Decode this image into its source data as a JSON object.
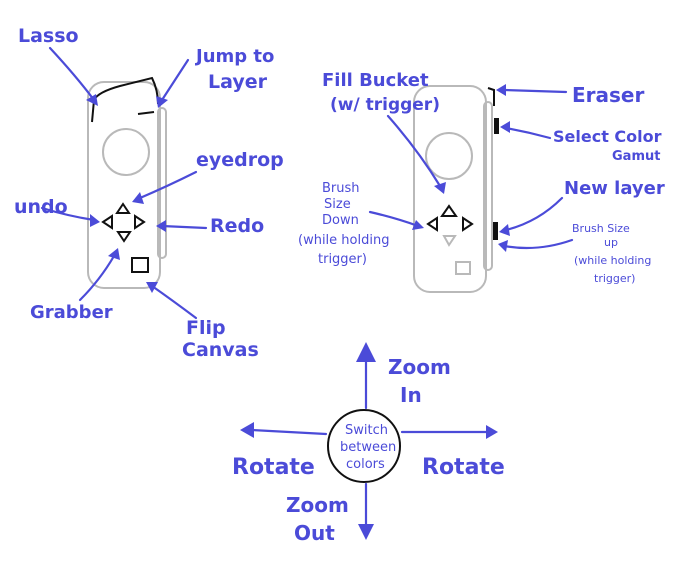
{
  "colors": {
    "label": "#4b4bd8",
    "controller": "#b9b9b9",
    "ink": "#111111"
  },
  "left_controller": {
    "lasso": "Lasso",
    "jump_line1": "Jump to",
    "jump_line2": "Layer",
    "eyedrop": "eyedrop",
    "undo": "undo",
    "redo": "Redo",
    "grabber": "Grabber",
    "flip_line1": "Flip",
    "flip_line2": "Canvas"
  },
  "right_controller": {
    "fill_line1": "Fill Bucket",
    "fill_line2": "(w/ trigger)",
    "eraser": "Eraser",
    "select_line1": "Select Color",
    "select_line2": "Gamut",
    "new_layer": "New layer",
    "down_line1": "Brush",
    "down_line2": "Size",
    "down_line3": "Down",
    "down_line4": "(while holding",
    "down_line5": "trigger)",
    "up_line1": "Brush Size",
    "up_line2": "up",
    "up_line3": "(while holding",
    "up_line4": "trigger)"
  },
  "stick": {
    "center_line1": "Switch",
    "center_line2": "between",
    "center_line3": "colors",
    "zoom_in_line1": "Zoom",
    "zoom_in_line2": "In",
    "zoom_out_line1": "Zoom",
    "zoom_out_line2": "Out",
    "rotate_left": "Rotate",
    "rotate_right": "Rotate"
  }
}
